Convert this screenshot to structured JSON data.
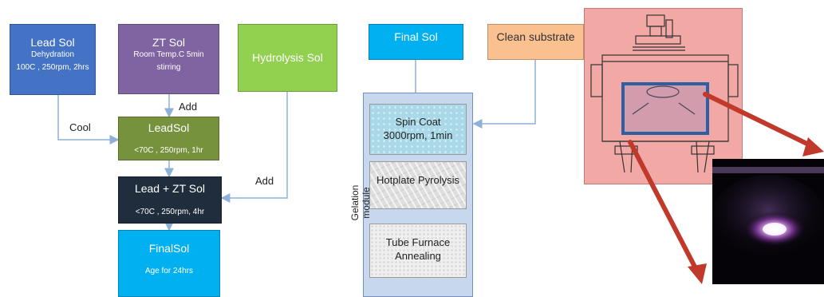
{
  "colors": {
    "lead_sol": "#4472c4",
    "zt_sol": "#8064a2",
    "hydrolysis_sol": "#92d050",
    "lead_sol_mix": "#76923c",
    "lead_zt_sol": "#1f2d3d",
    "final_sol": "#00b0f0",
    "clean_substrate": "#fac090",
    "gelation_module": "#c7d7ee",
    "apparatus_bg": "#f2a9a5",
    "highlight_box": "#2e5fa3",
    "callout_arrows": "#c0392b"
  },
  "left_flow": {
    "lead_sol": {
      "title": "Lead Sol",
      "line1": "Dehydration",
      "line2": "100C , 250rpm, 2hrs"
    },
    "zt_sol": {
      "title": "ZT Sol",
      "line1": "Room Temp.C 5min",
      "line2": "stirring"
    },
    "hydrolysis_sol": {
      "title": "Hydrolysis Sol"
    },
    "lead_sol_mix": {
      "title": "LeadSol",
      "line1": "<70C , 250rpm, 1hr"
    },
    "lead_zt_sol": {
      "title": "Lead + ZT Sol",
      "line1": "<70C , 250rpm, 4hr"
    },
    "final_sol": {
      "title": "FinalSol",
      "line1": "Age for 24hrs"
    },
    "labels": {
      "cool": "Cool",
      "add_top": "Add",
      "add_right": "Add"
    }
  },
  "right_flow": {
    "final_sol": {
      "title": "Final Sol"
    },
    "clean_substrate": {
      "title": "Clean substrate"
    },
    "gelation_module": {
      "title": "Gelation module",
      "steps": [
        {
          "line1": "Spin Coat",
          "line2": "3000rpm, 1min"
        },
        {
          "line1": "Hotplate Pyrolysis",
          "line2": ""
        },
        {
          "line1": "Tube Furnace",
          "line2": "Annealing"
        }
      ]
    }
  },
  "images": {
    "apparatus": "deposition-chamber-drawing-icon",
    "plasma_photo": "plasma-glow-photo-icon"
  }
}
